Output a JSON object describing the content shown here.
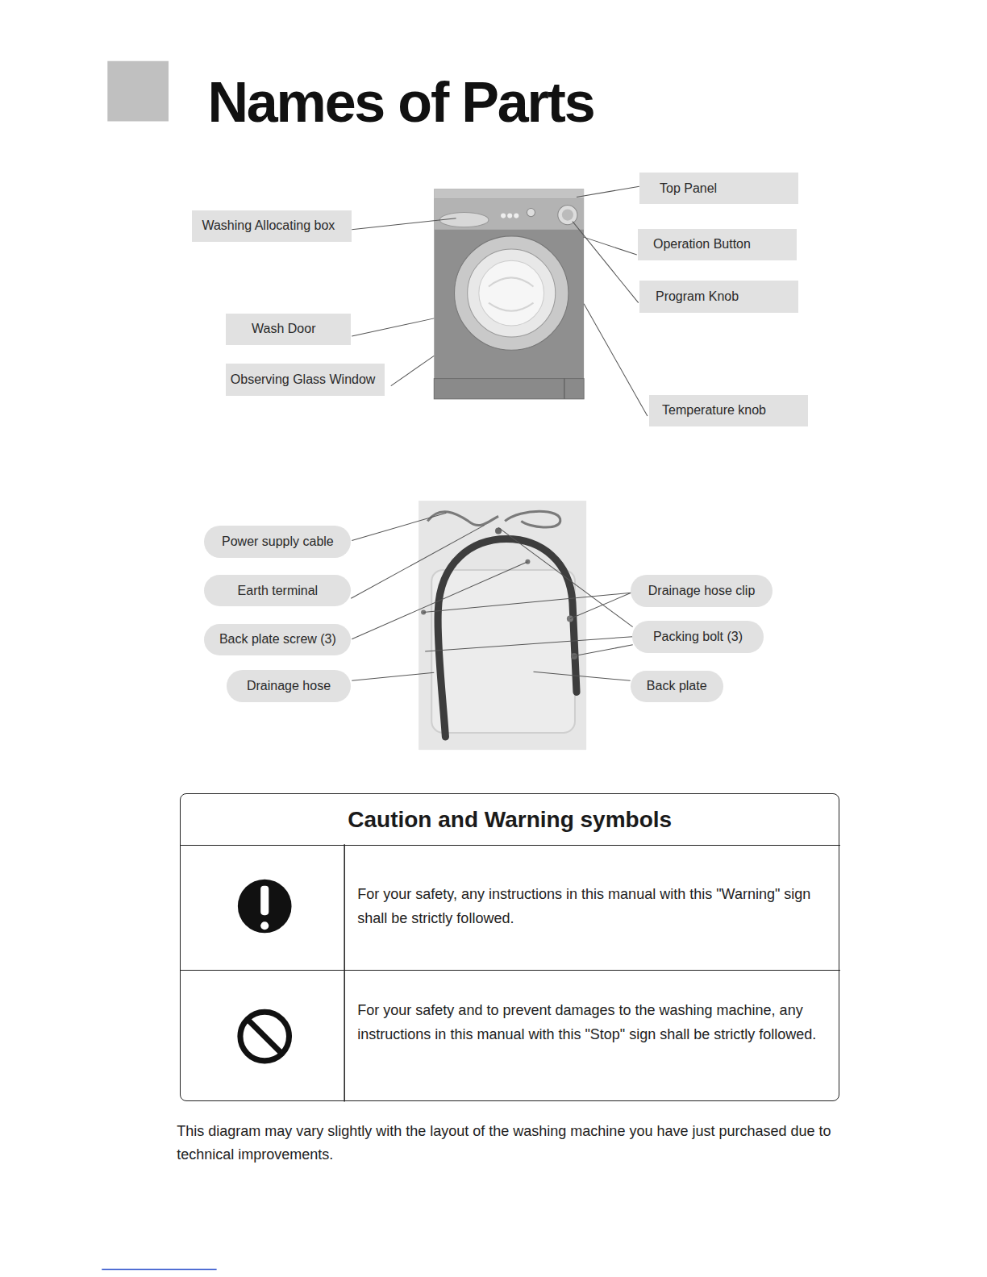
{
  "diagram": {
    "title": "Names of Parts",
    "caption": "This diagram may vary slightly with the layout of the washing machine you have just purchased due to technical improvements.",
    "nodes": [
      {
        "text": [
          "Top Panel"
        ]
      },
      {
        "text": [
          "Washing Allocating box"
        ]
      },
      {
        "text": [
          "Operation Button"
        ]
      },
      {
        "text": [
          "Program Knob"
        ]
      },
      {
        "text": [
          "Wash Door"
        ]
      },
      {
        "text": [
          "Observing Glass Window"
        ]
      },
      {
        "text": [
          "Temperature knob"
        ]
      },
      {
        "text": [
          "Power supply cable"
        ]
      },
      {
        "text": [
          "Earth terminal"
        ]
      },
      {
        "text": [
          "Drainage hose clip"
        ]
      },
      {
        "text": [
          "Back plate screw (3)"
        ]
      },
      {
        "text": [
          "Packing bolt (3)"
        ]
      },
      {
        "text": [
          "Drainage hose"
        ]
      },
      {
        "text": [
          "Back plate"
        ]
      },
      {
        "text": [
          "Caution and Warning symbols"
        ]
      },
      {
        "text": [
          "For your safety, any instructions in this manual with this \"Warning\" sign shall be strictly followed."
        ],
        "in": 14
      },
      {
        "text": [
          "For your safety and to prevent damages to the washing machine, any instructions in this manual with this \"Stop\" sign shall be strictly followed."
        ],
        "in": 14
      }
    ]
  }
}
